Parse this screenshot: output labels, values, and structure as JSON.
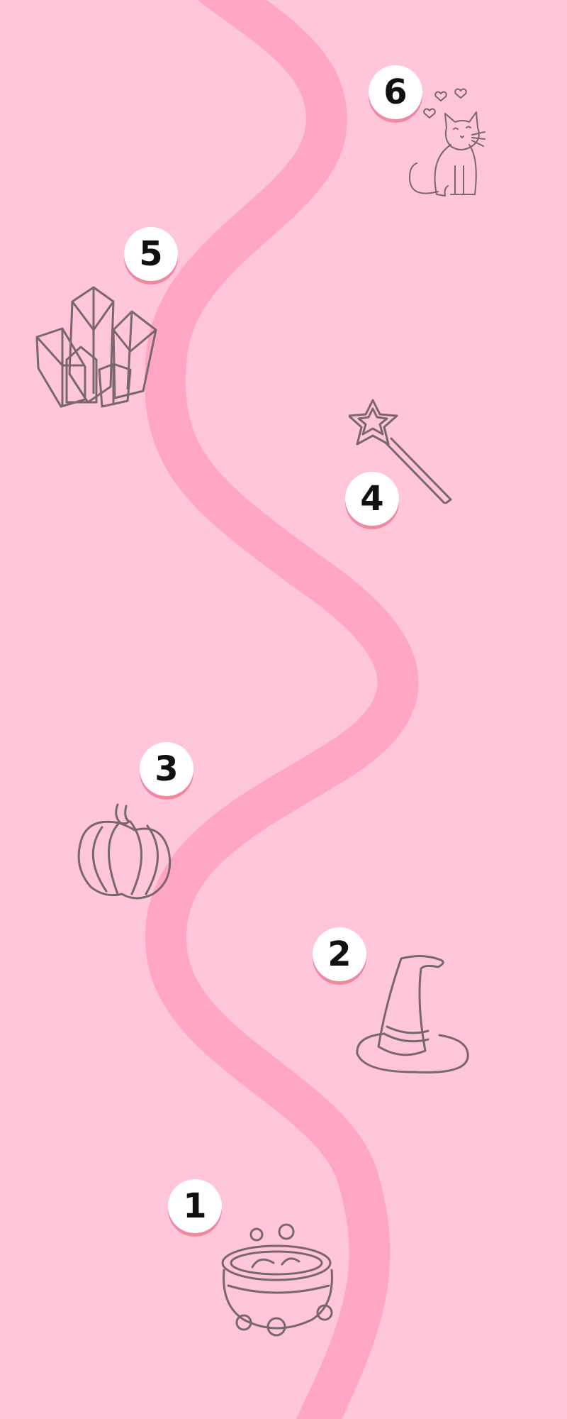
{
  "board": {
    "background_color": "#ffc5d8",
    "path_color": "#ffa6c6",
    "badge_color": "#ffffff",
    "badge_shadow_color": "#f0899f",
    "icon_stroke_color": "#7a6670"
  },
  "steps": [
    {
      "number": "1",
      "icon": "cauldron-icon"
    },
    {
      "number": "2",
      "icon": "witch-hat-icon"
    },
    {
      "number": "3",
      "icon": "pumpkin-icon"
    },
    {
      "number": "4",
      "icon": "magic-wand-icon"
    },
    {
      "number": "5",
      "icon": "crystals-icon"
    },
    {
      "number": "6",
      "icon": "cat-icon"
    }
  ]
}
